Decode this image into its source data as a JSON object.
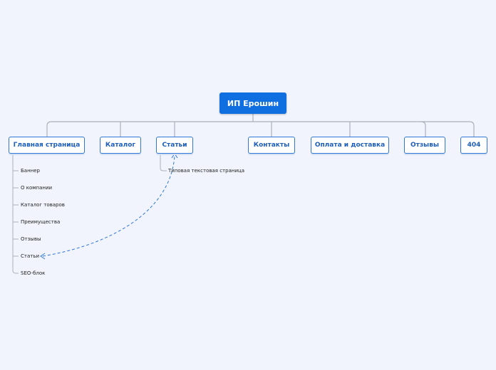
{
  "root": {
    "label": "ИП Ерошин"
  },
  "branches": [
    {
      "label": "Главная страница"
    },
    {
      "label": "Каталог"
    },
    {
      "label": "Статьи"
    },
    {
      "label": "Контакты"
    },
    {
      "label": "Оплата и доставка"
    },
    {
      "label": "Отзывы"
    },
    {
      "label": "404"
    }
  ],
  "home_children": [
    "Баннер",
    "О компании",
    "Каталог товаров",
    "Преимущества",
    "Отзывы",
    "Статьи",
    "SEO-блок"
  ],
  "articles_children": [
    "Типовая текстовая страница"
  ],
  "colors": {
    "background": "#f1f4fd",
    "root_fill": "#0f6ee0",
    "node_border": "#2f78d6",
    "connector": "#a9b0bd",
    "link": "#2f78d6"
  }
}
